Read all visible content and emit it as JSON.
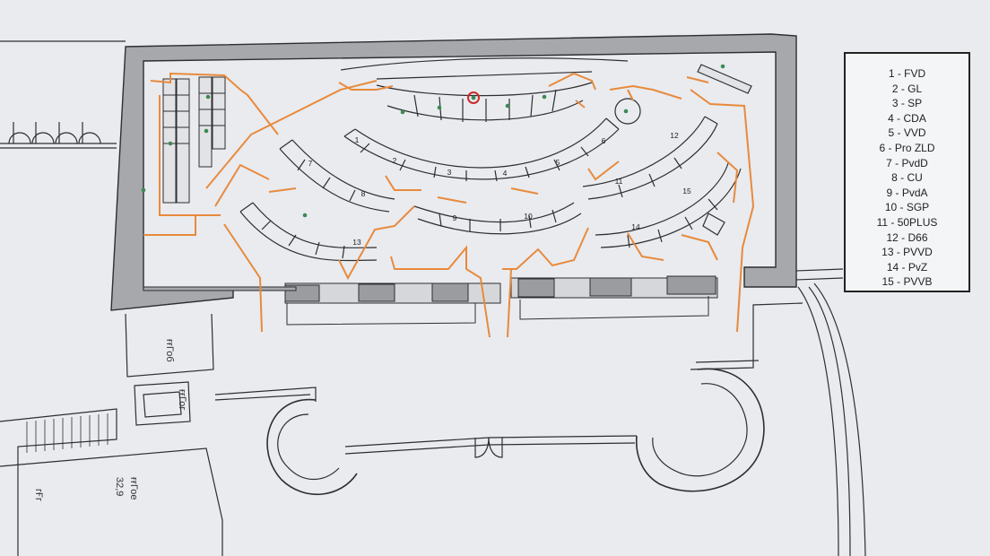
{
  "legend": {
    "items": [
      "1 - FVD",
      "2 - GL",
      "3 - SP",
      "4 - CDA",
      "5 - VVD",
      "6 - Pro ZLD",
      "7 - PvdD",
      "8 - CU",
      "9 - PvdA",
      "10 - SGP",
      "11 - 50PLUS",
      "12 - D66",
      "13 - PVVD",
      "14 - PvZ",
      "15 - PVVB"
    ]
  },
  "seat_numbers": [
    "1",
    "2",
    "3",
    "4",
    "5",
    "6",
    "7",
    "8",
    "9",
    "10",
    "11",
    "12",
    "13",
    "14",
    "15"
  ],
  "room_labels": {
    "stair_a": "ғғГоб",
    "stair_b": "ғғГог",
    "room_code": "ғғГое",
    "room_area": "32,9",
    "room_tag": "гҒг"
  },
  "colors": {
    "paper": "#e9ebef",
    "wall": "#a6a8ac",
    "line": "#2e2e30",
    "orange": "#e88a3c",
    "green": "#3b8a55",
    "red": "#cc2a2a"
  }
}
